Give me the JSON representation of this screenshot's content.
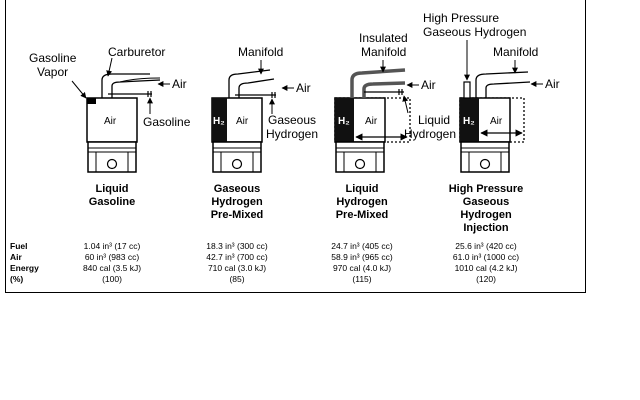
{
  "engines": [
    {
      "key": "liquid-gasoline",
      "callouts": {
        "vapor_1": "Gasoline",
        "vapor_2": "Vapor",
        "carburetor": "Carburetor",
        "air": "Air",
        "fuel": "Gasoline"
      },
      "cylinder_label": "Air",
      "caption": [
        "Liquid",
        "Gasoline"
      ],
      "stats": {
        "fuel": "1.04 in³ (17 cc)",
        "air": "60 in³ (983 cc)",
        "energy": "840 cal (3.5 kJ)",
        "pct": "(100)"
      }
    },
    {
      "key": "gaseous-hydrogen-premixed",
      "callouts": {
        "manifold": "Manifold",
        "air": "Air",
        "fuel_1": "Gaseous",
        "fuel_2": "Hydrogen"
      },
      "h2_label": "H₂",
      "cylinder_label": "Air",
      "caption": [
        "Gaseous",
        "Hydrogen",
        "Pre-Mixed"
      ],
      "stats": {
        "fuel": "18.3 in³ (300 cc)",
        "air": "42.7 in³ (700 cc)",
        "energy": "710 cal (3.0 kJ)",
        "pct": "(85)"
      }
    },
    {
      "key": "liquid-hydrogen-premixed",
      "callouts": {
        "manifold_1": "Insulated",
        "manifold_2": "Manifold",
        "air": "Air",
        "fuel_1": "Liquid",
        "fuel_2": "Hydrogen"
      },
      "h2_label": "H₂",
      "cylinder_label": "Air",
      "caption": [
        "Liquid",
        "Hydrogen",
        "Pre-Mixed"
      ],
      "stats": {
        "fuel": "24.7 in³ (405 cc)",
        "air": "58.9 in³ (965 cc)",
        "energy": "970 cal (4.0 kJ)",
        "pct": "(115)"
      }
    },
    {
      "key": "high-pressure-injection",
      "callouts": {
        "fuel_1": "High Pressure",
        "fuel_2": "Gaseous Hydrogen",
        "manifold": "Manifold",
        "air": "Air"
      },
      "h2_label": "H₂",
      "cylinder_label": "Air",
      "caption": [
        "High Pressure",
        "Gaseous",
        "Hydrogen",
        "Injection"
      ],
      "stats": {
        "fuel": "25.6 in³ (420 cc)",
        "air": "61.0 in³ (1000 cc)",
        "energy": "1010 cal (4.2 kJ)",
        "pct": "(120)"
      }
    }
  ],
  "row_labels": {
    "fuel": "Fuel",
    "air": "Air",
    "energy": "Energy",
    "pct": "(%)"
  }
}
